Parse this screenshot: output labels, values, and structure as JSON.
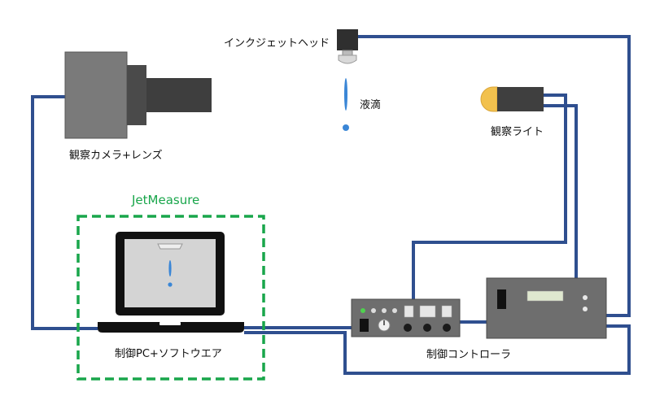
{
  "labels": {
    "inkjet_head": "インクジェットヘッド",
    "droplet": "液滴",
    "camera": "観察カメラ+レンズ",
    "light": "観察ライト",
    "software_brand": "JetMeasure",
    "pc": "制御PC+ソフトウエア",
    "controller": "制御コントローラ"
  },
  "colors": {
    "cable": "#2f4f8f",
    "brand_green": "#19a64b",
    "device_gray": "#6e6e6e",
    "light_lamp": "#f2c14e",
    "droplet_blue": "#3a86d6"
  }
}
